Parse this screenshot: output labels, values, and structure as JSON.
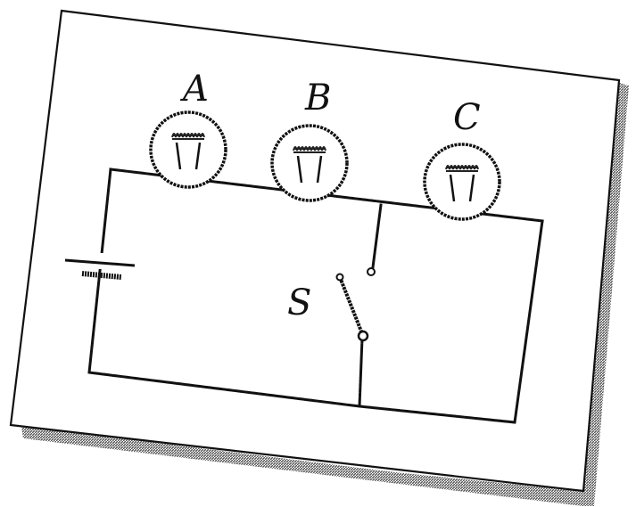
{
  "diagram": {
    "labels": {
      "bulb_a": "A",
      "bulb_b": "B",
      "bulb_c": "C",
      "switch": "S"
    }
  },
  "colors": {
    "card_background": "#ffffff",
    "card_border": "#111111",
    "shadow": "#7a7a7a",
    "ink": "#111111"
  }
}
